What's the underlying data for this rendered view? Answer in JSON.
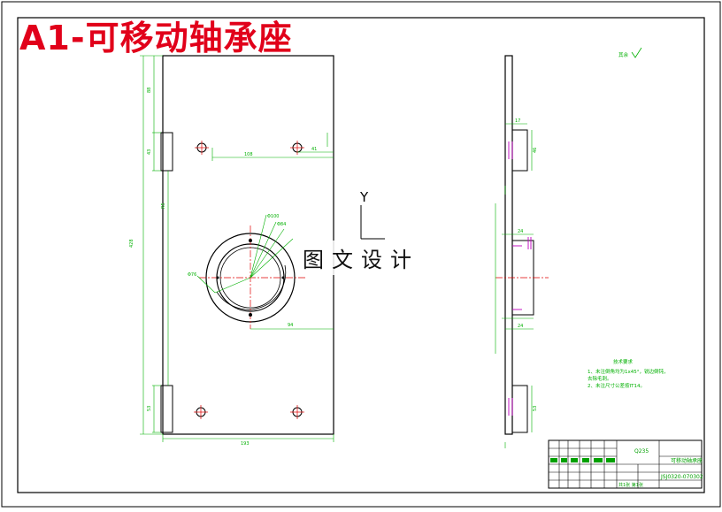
{
  "drawing": {
    "title": "A1-可移动轴承座",
    "watermark": "图文设计",
    "axis_label": "Y",
    "roughness_note": "其余",
    "tech_requirements": {
      "heading": "技术要求",
      "lines": [
        "1、未注倒角均为1x45°，锐边倒钝，",
        "去除毛刺。",
        "2、未注尺寸公差按IT14。"
      ]
    },
    "title_block": {
      "part_name": "可移动轴承座",
      "material": "Q235",
      "drawing_no": "JSJ0320-070302",
      "sheet_label": "共1张 第1张"
    }
  },
  "colors": {
    "outline": "#000000",
    "dimension": "#00b000",
    "centerline": "#e00000",
    "hidden": "#c000c0",
    "title": "#e1001a"
  }
}
